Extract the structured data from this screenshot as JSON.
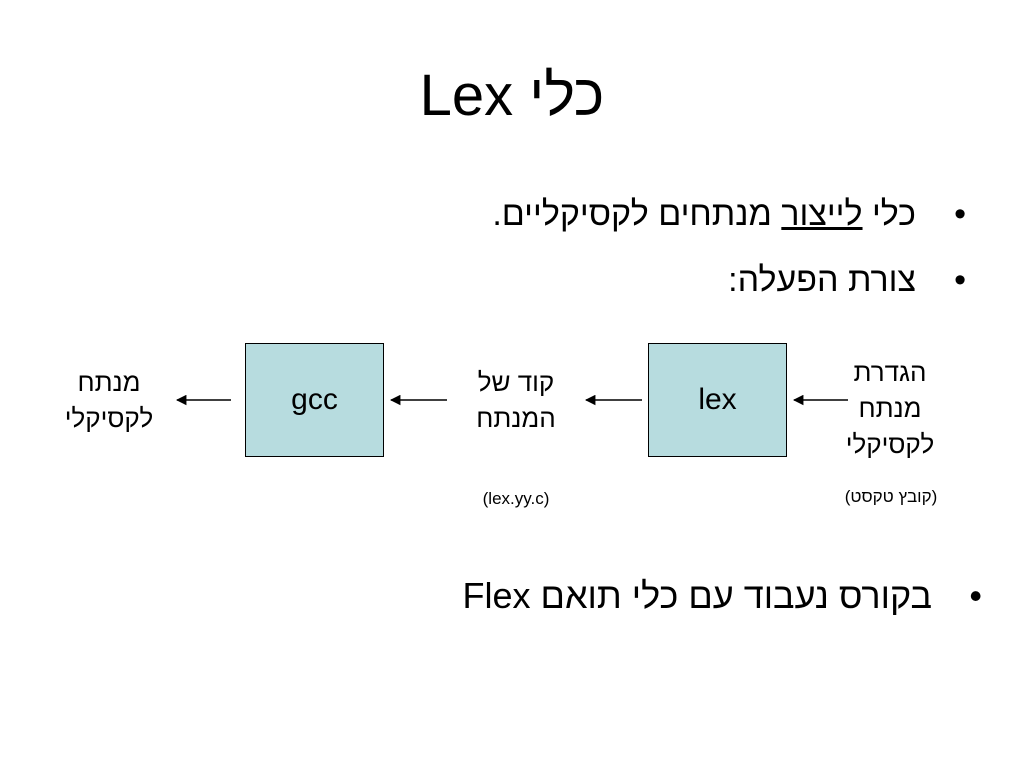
{
  "slide": {
    "title": "כלי Lex",
    "bullets": [
      {
        "symbol": "•",
        "before": "כלי ",
        "underlined": "לייצור",
        "after": " מנתחים לקסיקליים."
      },
      {
        "symbol": "•",
        "text": "צורת הפעלה:"
      },
      {
        "symbol": "•",
        "text": "בקורס נעבוד עם כלי תואם Flex"
      }
    ]
  },
  "diagram": {
    "boxes": {
      "gcc": "gcc",
      "lex": "lex"
    },
    "labels": {
      "output": [
        "מנתח",
        "לקסיקלי"
      ],
      "generated_code": [
        "קוד של",
        "המנתח"
      ],
      "definition": [
        "הגדרת",
        "מנתח",
        "לקסיקלי"
      ]
    },
    "notes": {
      "generated_code": "(lex.yy.c)",
      "definition": "(קובץ טקסט)"
    },
    "colors": {
      "box_fill": "#b7dcdf",
      "line": "#000000"
    }
  }
}
